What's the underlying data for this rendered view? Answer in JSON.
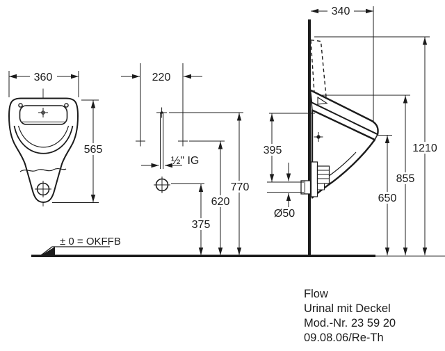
{
  "drawing": {
    "colors": {
      "line": "#1c1c1c",
      "background": "#ffffff"
    },
    "dimensions": {
      "front_width": "360",
      "front_height": "565",
      "fixing_spacing": "220",
      "inlet_height": "770",
      "fixing_height": "620",
      "drain_height": "375",
      "inlet_thread": "½\" IG",
      "depth": "340",
      "inlet_to_drain": "395",
      "drain_diameter": "Ø50",
      "rim_height": "650",
      "body_top_height": "855",
      "lid_open_height": "1210"
    },
    "datum": {
      "label": "± 0 = OKFFB"
    },
    "product": {
      "name": "Flow",
      "type": "Urinal mit Deckel",
      "model": "Mod.-Nr. 23 59 20",
      "revision": "09.08.06/Re-Th"
    }
  }
}
